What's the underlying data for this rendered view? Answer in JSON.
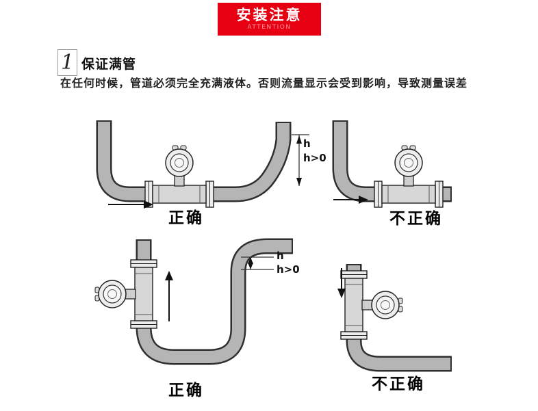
{
  "banner": {
    "title": "安装注意",
    "subtitle": "ATTENTION"
  },
  "section": {
    "number": "1",
    "title": "保证满管",
    "description": "在任何时候，管道必须完全充满液体。否则流量显示会受到影响，导致测量误差"
  },
  "diagrams": {
    "top_left": {
      "label": "正确",
      "dim_h": "h",
      "dim_h_gt0": "h>0"
    },
    "top_right": {
      "label": "不正确"
    },
    "bottom_left": {
      "label": "正确",
      "dim_h": "h",
      "dim_h_gt0": "h>0"
    },
    "bottom_right": {
      "label": "不正确"
    }
  },
  "colors": {
    "banner_red": "#e60012",
    "attention_text": "#ff9a9a",
    "pipe_fill": "#b5b5b5",
    "pipe_outline": "#2f2f2f"
  }
}
